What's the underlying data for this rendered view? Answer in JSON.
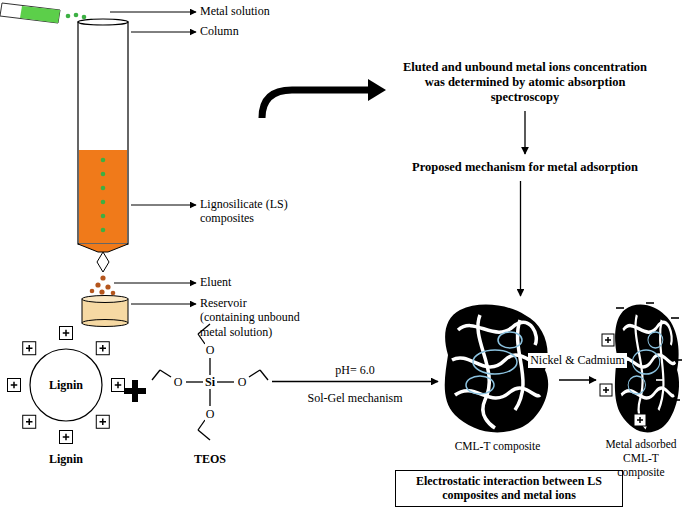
{
  "diagram": {
    "nodes": [
      {
        "text": [
          "Eluted and unbound metal ions concentration was determined by atomic absorption spectroscopy"
        ]
      },
      {
        "text": [
          "Proposed mechanism for metal adsorption"
        ]
      },
      {
        "text": [
          "Lignin",
          "Lignin"
        ]
      },
      {
        "text": [
          "TEOS"
        ]
      },
      {
        "text": [
          "CML-T composite"
        ]
      },
      {
        "text": [
          "Metal adsorbed CML-T composite"
        ]
      },
      {
        "text": [
          "Electrostatic interaction between LS composites and metal ions"
        ]
      }
    ],
    "edges": [
      {
        "from": 0,
        "to": 1,
        "arrow": "to"
      },
      {
        "from": 1,
        "to": 4,
        "arrow": "to"
      },
      {
        "from": 3,
        "to": 4,
        "label": "pH= 6.0",
        "arrow": "to"
      },
      {
        "from": 4,
        "to": 5,
        "label": "Nickel & Cadmium",
        "arrow": "to"
      }
    ],
    "labels": [
      "Metal solution",
      "Column",
      "Lignosilicate (LS) composites",
      "Eluent",
      "Reservoir (containing unbound metal solution)",
      "Sol-Gel mechanism",
      "Si",
      "O",
      "O",
      "O",
      "O"
    ]
  }
}
